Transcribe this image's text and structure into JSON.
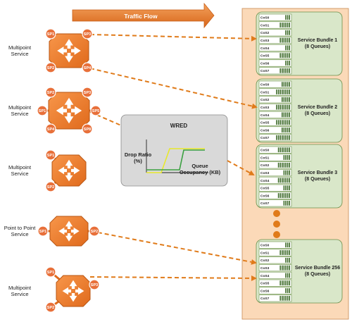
{
  "traffic_flow_label": "Traffic Flow",
  "services": [
    {
      "label": [
        "Multipoint",
        "Service"
      ],
      "ports": [
        "SP1",
        "SP3",
        "SP2",
        "SP4"
      ]
    },
    {
      "label": [
        "Multipoint",
        "Service"
      ],
      "ports": [
        "SP2",
        "SP3",
        "SP1",
        "SP5",
        "SP4",
        "SP8"
      ]
    },
    {
      "label": [
        "Multipoint",
        "Service"
      ],
      "ports": [
        "SP1",
        "SP2"
      ]
    },
    {
      "label": [
        "Point to Point",
        "Service"
      ],
      "ports": [
        "SP1",
        "SP2"
      ]
    },
    {
      "label": [
        "Multipoint",
        "Service"
      ],
      "ports": [
        "SP1",
        "SP3",
        "SP2"
      ]
    }
  ],
  "wred": {
    "title": "WRED",
    "y_label": [
      "Drop Ratio",
      "(%)"
    ],
    "x_label": [
      "Queue",
      "Occupancy (KB)"
    ]
  },
  "queues": [
    "CoS0",
    "CoS1",
    "CoS2",
    "CoS3",
    "CoS4",
    "CoS5",
    "CoS6",
    "CoS7"
  ],
  "bundles": [
    {
      "name": "Service Bundle 1",
      "sub": "(8 Queues)"
    },
    {
      "name": "Service Bundle 2",
      "sub": "(8 Queues)"
    },
    {
      "name": "Service Bundle 3",
      "sub": "(8 Queues)"
    },
    {
      "name": "Service Bundle 256",
      "sub": "(8 Queues)"
    }
  ],
  "colors": {
    "router": "#f07b2b",
    "router_dark": "#c45a14",
    "port": "#e8703a",
    "panel": "#fbd9b8",
    "panel_border": "#c98a55",
    "bundle_fill": "#d9e7c9",
    "bundle_border": "#6b8f4a",
    "arrow": "#e07b1a",
    "wred_box": "#d9d9d9",
    "wred_yellow": "#e8e82a",
    "wred_green": "#3aa040"
  }
}
